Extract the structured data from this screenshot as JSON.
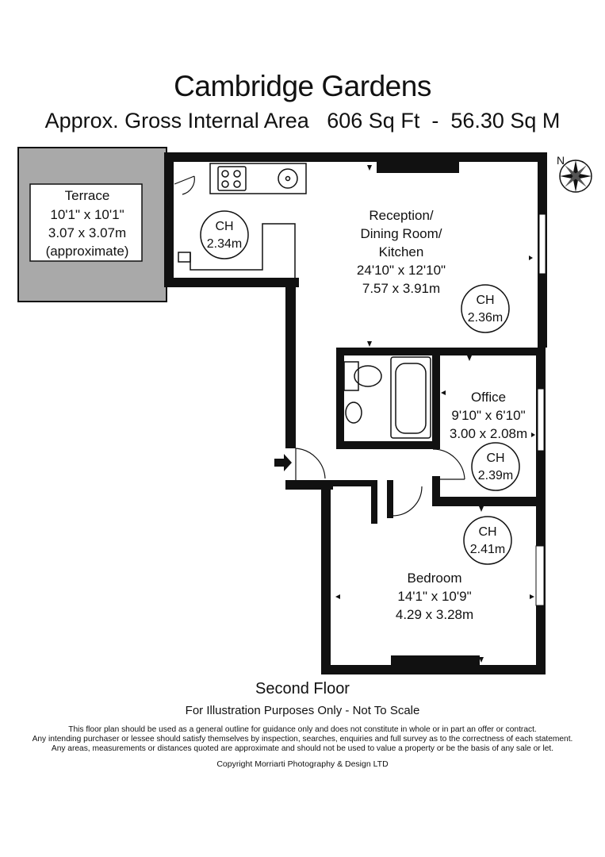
{
  "header": {
    "title": "Cambridge Gardens",
    "subtitle": "Approx. Gross Internal Area   606 Sq Ft  -  56.30 Sq M"
  },
  "compass": {
    "label": "N"
  },
  "rooms": {
    "terrace": {
      "name": "Terrace",
      "imperial": "10'1\" x 10'1\"",
      "metric": "3.07 x 3.07m",
      "note": "(approximate)"
    },
    "reception": {
      "line1": "Reception/",
      "line2": "Dining Room/",
      "line3": "Kitchen",
      "imperial": "24'10\" x 12'10\"",
      "metric": "7.57 x 3.91m"
    },
    "office": {
      "name": "Office",
      "imperial": "9'10\" x 6'10\"",
      "metric": "3.00 x 2.08m"
    },
    "bedroom": {
      "name": "Bedroom",
      "imperial": "14'1\" x 10'9\"",
      "metric": "4.29 x 3.28m"
    }
  },
  "ceiling_heights": [
    {
      "label": "CH",
      "value": "2.34m"
    },
    {
      "label": "CH",
      "value": "2.36m"
    },
    {
      "label": "CH",
      "value": "2.39m"
    },
    {
      "label": "CH",
      "value": "2.41m"
    }
  ],
  "footer": {
    "floor": "Second Floor",
    "illustration": "For Illustration Purposes Only - Not To Scale",
    "disclaimer": [
      "This floor plan should be used as a general outline for guidance only and does not constitute in whole or in part an offer or contract.",
      "Any intending purchaser or lessee should satisfy themselves by inspection, searches, enquiries and full survey as to the correctness of each statement.",
      "Any areas, measurements or distances quoted are approximate and should not be used to value a property or be the basis of any sale or let."
    ],
    "copyright": "Copyright Morriarti Photography & Design LTD"
  },
  "colors": {
    "wall": "#111111",
    "terrace_fill": "#a9a9a9",
    "window": "#ffffff"
  }
}
